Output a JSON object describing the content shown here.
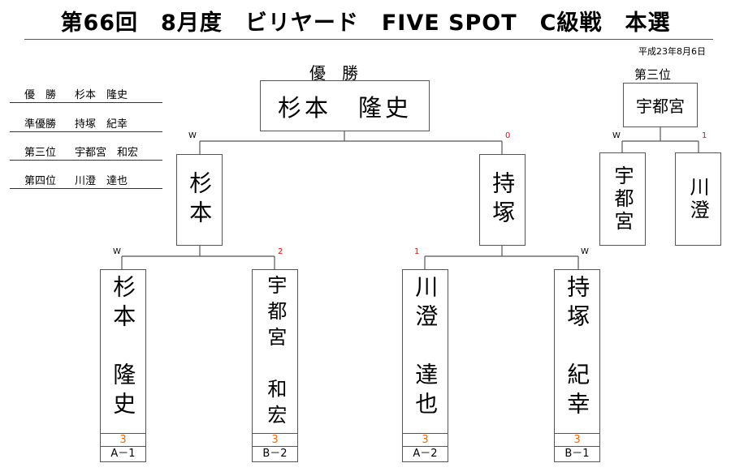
{
  "title": "第66回　8月度　ビリヤード　FIVE SPOT　C級戦　本選",
  "date": "平成23年8月6日",
  "summary": [
    {
      "place": "優　勝",
      "name": "杉本　隆史"
    },
    {
      "place": "準優勝",
      "name": "持塚　紀幸"
    },
    {
      "place": "第三位",
      "name": "宇都宮　和宏"
    },
    {
      "place": "第四位",
      "name": "川澄　達也"
    }
  ],
  "champion": {
    "label": "優　勝",
    "name": "杉本　隆史"
  },
  "final": {
    "left": {
      "name": "杉本",
      "result": "W"
    },
    "right": {
      "name": "持塚",
      "result": "0"
    }
  },
  "semifinals": [
    {
      "left_result": "W",
      "right_result": "2"
    },
    {
      "left_result": "1",
      "right_result": "W"
    }
  ],
  "players": [
    {
      "name": "杉本　隆史",
      "score": "3",
      "code": "A－1"
    },
    {
      "name": "宇都宮　和宏",
      "score": "3",
      "code": "B－2"
    },
    {
      "name": "川澄　達也",
      "score": "3",
      "code": "A－2"
    },
    {
      "name": "持塚　紀幸",
      "score": "3",
      "code": "B－1"
    }
  ],
  "third_place": {
    "label": "第三位",
    "winner": "宇都宮",
    "left": {
      "name": "宇都宮",
      "result": "W"
    },
    "right": {
      "name": "川澄",
      "result": "1"
    }
  },
  "colors": {
    "lose_result": "#ff0000",
    "score": "#ff6600",
    "border": "#555555"
  }
}
